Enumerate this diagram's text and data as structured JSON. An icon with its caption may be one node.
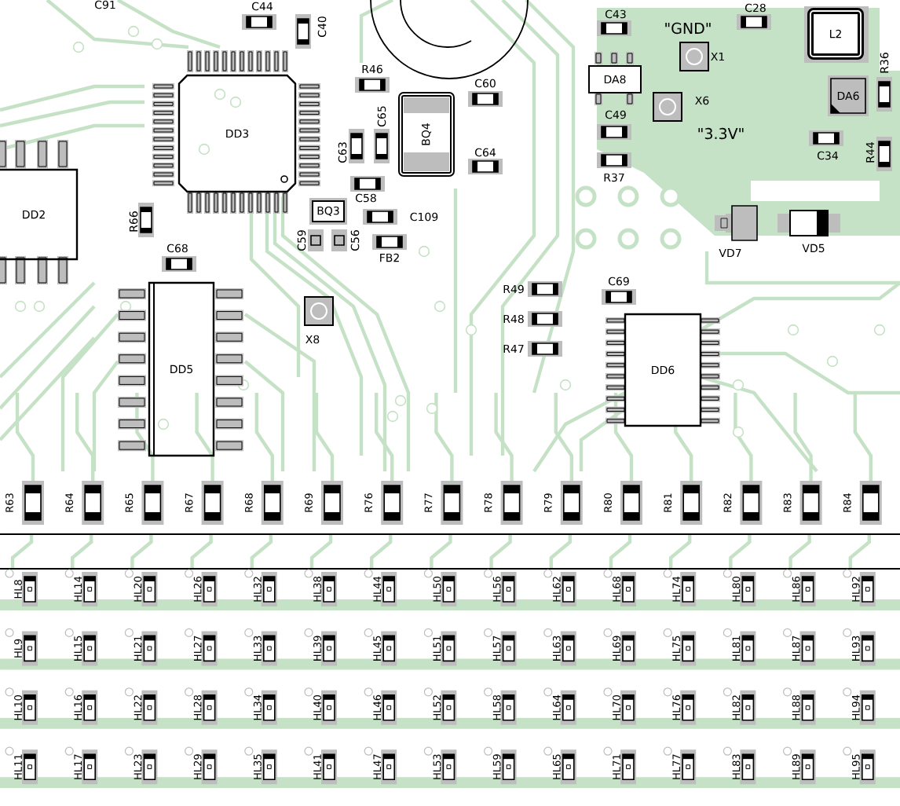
{
  "diagram": {
    "nodes": [
      {
        "text": [
          "DD2"
        ]
      },
      {
        "text": [
          "DD3"
        ]
      },
      {
        "text": [
          "BQ4"
        ]
      },
      {
        "text": [
          "BQ3"
        ]
      },
      {
        "text": [
          "DD5"
        ]
      },
      {
        "text": [
          "DA8"
        ]
      },
      {
        "text": [
          "L2"
        ]
      },
      {
        "text": [
          "DA6"
        ]
      },
      {
        "text": [
          "DD6"
        ]
      }
    ],
    "edges": [],
    "labels": [
      "C91",
      "C44",
      "C40",
      "C43",
      "C28",
      "\"GND\"",
      "X1",
      "R36",
      "R46",
      "C60",
      "C65",
      "X6",
      "C49",
      "\"3.3V\"",
      "C63",
      "C64",
      "C34",
      "R44",
      "R37",
      "C58",
      "C109",
      "R66",
      "C68",
      "C59",
      "C56",
      "FB2",
      "VD7",
      "VD5",
      "C69",
      "R49",
      "R48",
      "X8",
      "R47",
      "R63",
      "R64",
      "R65",
      "R67",
      "R68",
      "R69",
      "R76",
      "R77",
      "R78",
      "R79",
      "R80",
      "R81",
      "R82",
      "R83",
      "R84",
      "HL8",
      "HL14",
      "HL20",
      "HL26",
      "HL32",
      "HL38",
      "HL44",
      "HL50",
      "HL56",
      "HL62",
      "HL68",
      "HL74",
      "HL80",
      "HL86",
      "HL92",
      "HL9",
      "HL15",
      "HL21",
      "HL27",
      "HL33",
      "HL39",
      "HL45",
      "HL51",
      "HL57",
      "HL63",
      "HL69",
      "HL75",
      "HL81",
      "HL87",
      "HL93",
      "HL10",
      "HL16",
      "HL22",
      "HL28",
      "HL34",
      "HL40",
      "HL46",
      "HL52",
      "HL58",
      "HL64",
      "HL70",
      "HL76",
      "HL82",
      "HL88",
      "HL94",
      "HL11",
      "HL17",
      "HL23",
      "HL29",
      "HL35",
      "HL41",
      "HL47",
      "HL53",
      "HL59",
      "HL65",
      "HL71",
      "HL77",
      "HL83",
      "HL89",
      "HL95"
    ]
  }
}
